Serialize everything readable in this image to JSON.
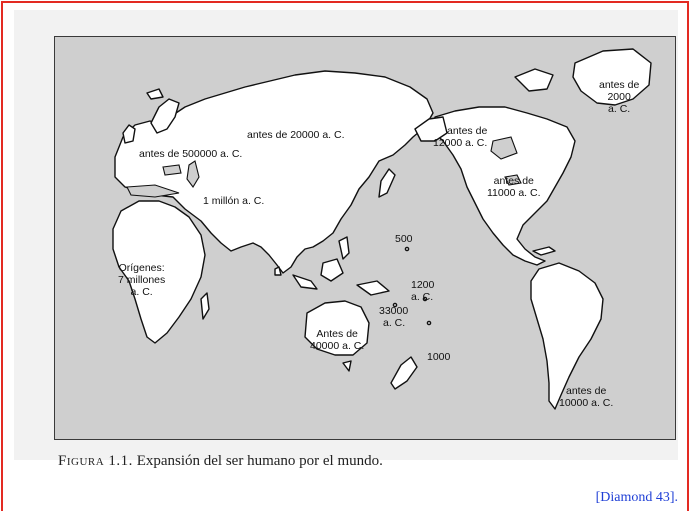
{
  "map": {
    "labels": {
      "europe": "antes de 500000 a. C.",
      "siberia": "antes de 20000 a. C.",
      "asia": "1 millón a. C.",
      "origins_l1": "Orígenes:",
      "origins_l2": "7 millones",
      "origins_l3": "a. C.",
      "alaska_l1": "antes de",
      "alaska_l2": "12000 a. C.",
      "greenland_l1": "antes de",
      "greenland_l2": "2000",
      "greenland_l3": "a. C.",
      "namerica_l1": "antes de",
      "namerica_l2": "11000 a. C.",
      "pacific_500": "500",
      "pacific_1200_l1": "1200",
      "pacific_1200_l2": "a. C.",
      "melanesia_l1": "33000",
      "melanesia_l2": "a. C.",
      "australia_l1": "Antes de",
      "australia_l2": "40000 a. C.",
      "newzealand": "1000",
      "samerica_l1": "antes de",
      "samerica_l2": "10000 a. C."
    }
  },
  "caption": {
    "figure_label": "Figura 1.1.",
    "text": "Expansión del ser humano por el mundo."
  },
  "reference": "[Diamond 43]."
}
